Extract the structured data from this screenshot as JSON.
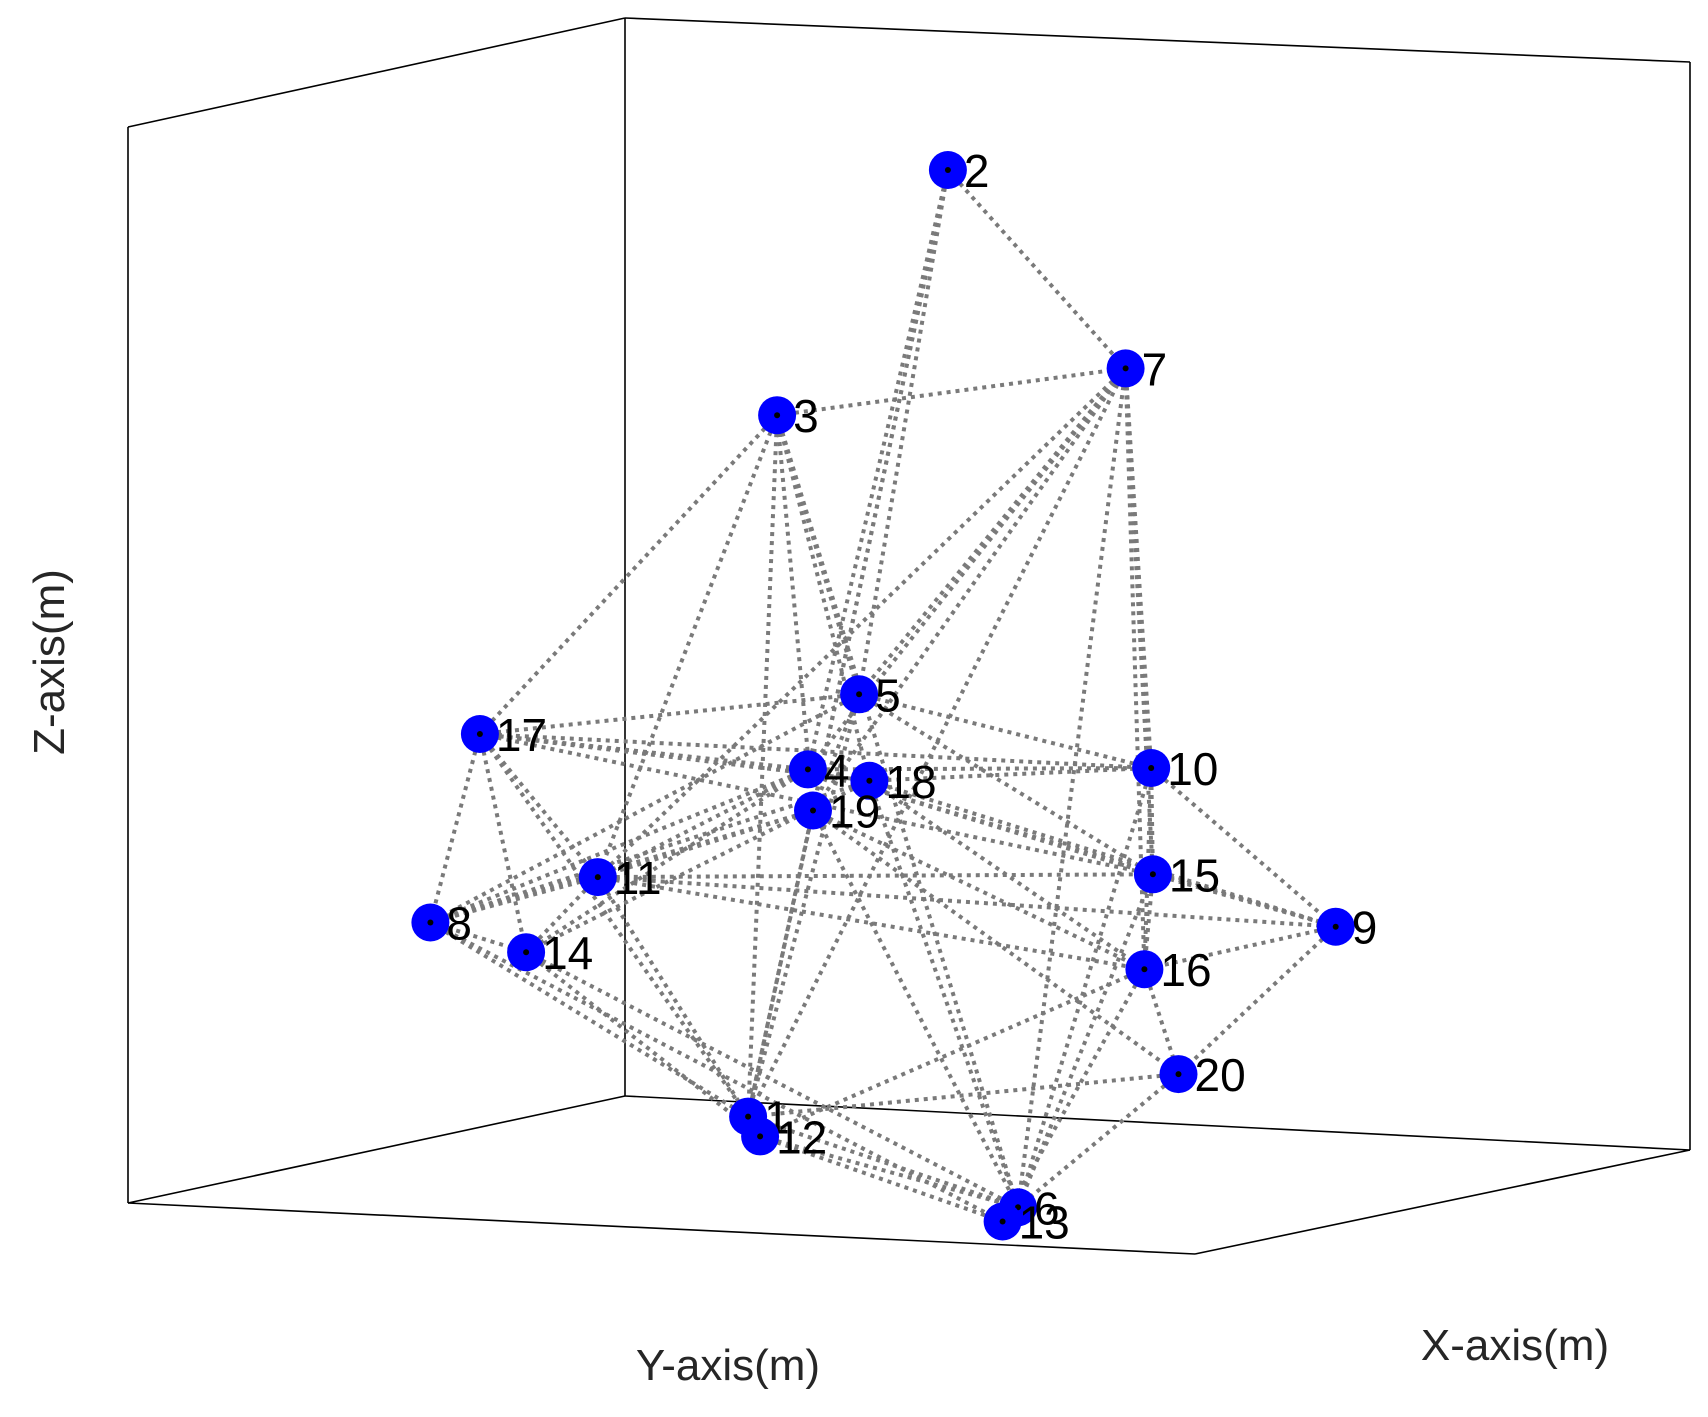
{
  "chart_data": {
    "type": "scatter",
    "subtype": "3d-network",
    "title": "",
    "xlabel": "X-axis(m)",
    "ylabel": "Y-axis(m)",
    "zlabel": "Z-axis(m)",
    "grid": false,
    "legend": "none",
    "colors": {
      "marker": "#0000ff",
      "link": "#7a7a7a",
      "box": "#000000"
    },
    "nodes": [
      {
        "id": "1",
        "label": "1",
        "u": 0.438,
        "v": 0.212
      },
      {
        "id": "2",
        "label": "2",
        "u": 0.555,
        "v": 0.88
      },
      {
        "id": "3",
        "label": "3",
        "u": 0.455,
        "v": 0.707
      },
      {
        "id": "4",
        "label": "4",
        "u": 0.473,
        "v": 0.457
      },
      {
        "id": "5",
        "label": "5",
        "u": 0.503,
        "v": 0.51
      },
      {
        "id": "6",
        "label": "6",
        "u": 0.596,
        "v": 0.148
      },
      {
        "id": "7",
        "label": "7",
        "u": 0.659,
        "v": 0.74
      },
      {
        "id": "8",
        "label": "8",
        "u": 0.252,
        "v": 0.349
      },
      {
        "id": "9",
        "label": "9",
        "u": 0.782,
        "v": 0.346
      },
      {
        "id": "10",
        "label": "10",
        "u": 0.674,
        "v": 0.458
      },
      {
        "id": "11",
        "label": "11",
        "u": 0.35,
        "v": 0.381
      },
      {
        "id": "12",
        "label": "12",
        "u": 0.445,
        "v": 0.198
      },
      {
        "id": "13",
        "label": "13",
        "u": 0.587,
        "v": 0.138
      },
      {
        "id": "14",
        "label": "14",
        "u": 0.308,
        "v": 0.328
      },
      {
        "id": "15",
        "label": "15",
        "u": 0.675,
        "v": 0.383
      },
      {
        "id": "16",
        "label": "16",
        "u": 0.67,
        "v": 0.316
      },
      {
        "id": "17",
        "label": "17",
        "u": 0.281,
        "v": 0.482
      },
      {
        "id": "18",
        "label": "18",
        "u": 0.509,
        "v": 0.449
      },
      {
        "id": "19",
        "label": "19",
        "u": 0.476,
        "v": 0.428
      },
      {
        "id": "20",
        "label": "20",
        "u": 0.69,
        "v": 0.242
      }
    ],
    "links": [
      [
        "2",
        "7"
      ],
      [
        "2",
        "5"
      ],
      [
        "2",
        "19"
      ],
      [
        "2",
        "4"
      ],
      [
        "2",
        "1"
      ],
      [
        "3",
        "7"
      ],
      [
        "3",
        "17"
      ],
      [
        "3",
        "5"
      ],
      [
        "3",
        "19"
      ],
      [
        "3",
        "18"
      ],
      [
        "3",
        "11"
      ],
      [
        "3",
        "1"
      ],
      [
        "3",
        "6"
      ],
      [
        "7",
        "5"
      ],
      [
        "7",
        "4"
      ],
      [
        "7",
        "11"
      ],
      [
        "7",
        "10"
      ],
      [
        "7",
        "15"
      ],
      [
        "7",
        "16"
      ],
      [
        "7",
        "6"
      ],
      [
        "7",
        "19"
      ],
      [
        "7",
        "1"
      ],
      [
        "5",
        "17"
      ],
      [
        "5",
        "8"
      ],
      [
        "5",
        "10"
      ],
      [
        "5",
        "15"
      ],
      [
        "5",
        "19"
      ],
      [
        "5",
        "1"
      ],
      [
        "4",
        "17"
      ],
      [
        "4",
        "11"
      ],
      [
        "4",
        "10"
      ],
      [
        "4",
        "15"
      ],
      [
        "4",
        "9"
      ],
      [
        "4",
        "14"
      ],
      [
        "4",
        "8"
      ],
      [
        "18",
        "17"
      ],
      [
        "18",
        "10"
      ],
      [
        "18",
        "9"
      ],
      [
        "18",
        "6"
      ],
      [
        "18",
        "14"
      ],
      [
        "18",
        "8"
      ],
      [
        "18",
        "16"
      ],
      [
        "19",
        "11"
      ],
      [
        "19",
        "8"
      ],
      [
        "19",
        "6"
      ],
      [
        "19",
        "20"
      ],
      [
        "19",
        "16"
      ],
      [
        "19",
        "1"
      ],
      [
        "17",
        "8"
      ],
      [
        "17",
        "14"
      ],
      [
        "17",
        "11"
      ],
      [
        "17",
        "1"
      ],
      [
        "17",
        "10"
      ],
      [
        "17",
        "15"
      ],
      [
        "11",
        "8"
      ],
      [
        "11",
        "14"
      ],
      [
        "11",
        "1"
      ],
      [
        "11",
        "16"
      ],
      [
        "11",
        "9"
      ],
      [
        "11",
        "15"
      ],
      [
        "8",
        "14"
      ],
      [
        "8",
        "1"
      ],
      [
        "8",
        "13"
      ],
      [
        "14",
        "6"
      ],
      [
        "14",
        "12"
      ],
      [
        "10",
        "15"
      ],
      [
        "10",
        "9"
      ],
      [
        "10",
        "6"
      ],
      [
        "10",
        "16"
      ],
      [
        "15",
        "9"
      ],
      [
        "15",
        "16"
      ],
      [
        "15",
        "6"
      ],
      [
        "9",
        "16"
      ],
      [
        "9",
        "20"
      ],
      [
        "16",
        "20"
      ],
      [
        "16",
        "12"
      ],
      [
        "16",
        "13"
      ],
      [
        "20",
        "6"
      ],
      [
        "20",
        "1"
      ],
      [
        "1",
        "12"
      ],
      [
        "1",
        "6"
      ],
      [
        "12",
        "13"
      ],
      [
        "12",
        "6"
      ],
      [
        "6",
        "13"
      ]
    ]
  }
}
